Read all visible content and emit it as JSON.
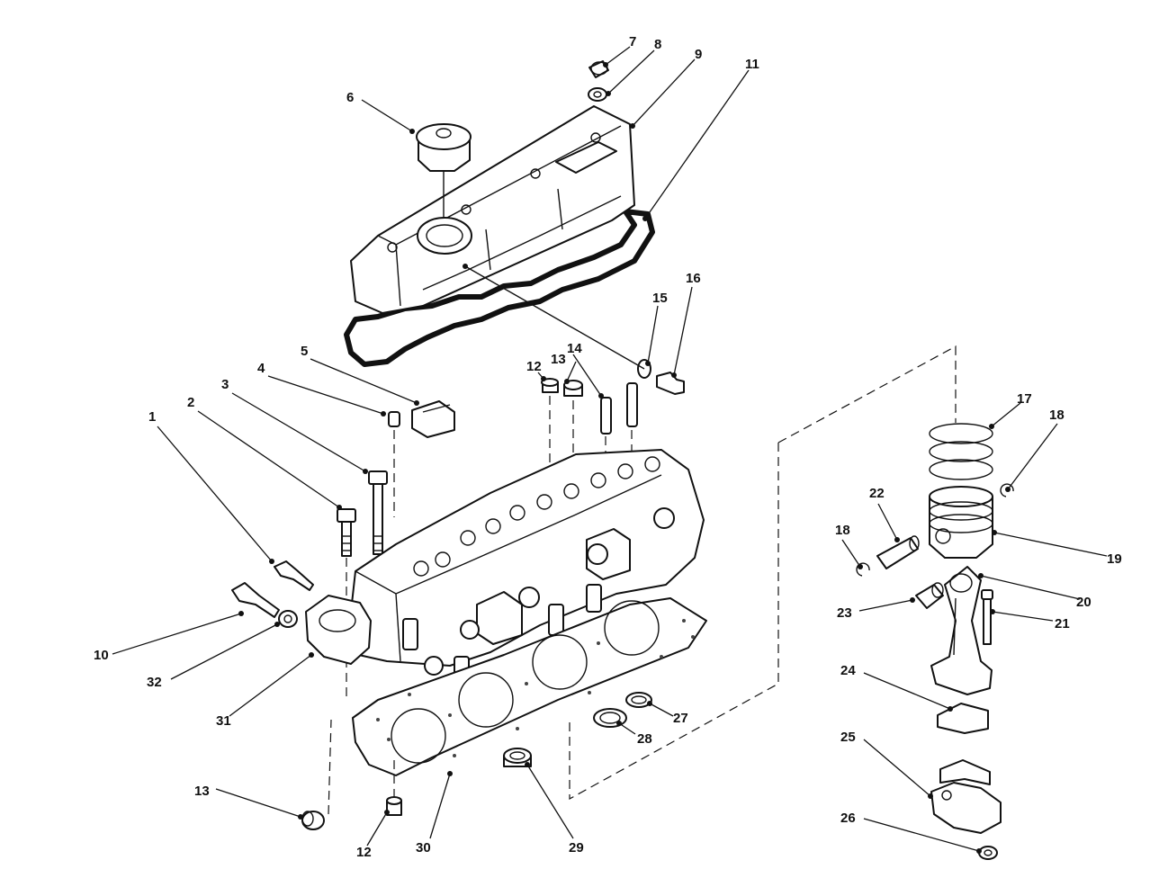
{
  "labels": {
    "l1": "1",
    "l2": "2",
    "l3": "3",
    "l4": "4",
    "l5": "5",
    "l6": "6",
    "l7": "7",
    "l8": "8",
    "l9": "9",
    "l10": "10",
    "l11": "11",
    "l12a": "12",
    "l12b": "12",
    "l13a": "13",
    "l13b": "13",
    "l14": "14",
    "l15": "15",
    "l16": "16",
    "l17": "17",
    "l18a": "18",
    "l18b": "18",
    "l19": "19",
    "l20": "20",
    "l21": "21",
    "l22": "22",
    "l23": "23",
    "l24": "24",
    "l25": "25",
    "l26": "26",
    "l27": "27",
    "l28": "28",
    "l29": "29",
    "l30": "30",
    "l31": "31",
    "l32": "32"
  }
}
